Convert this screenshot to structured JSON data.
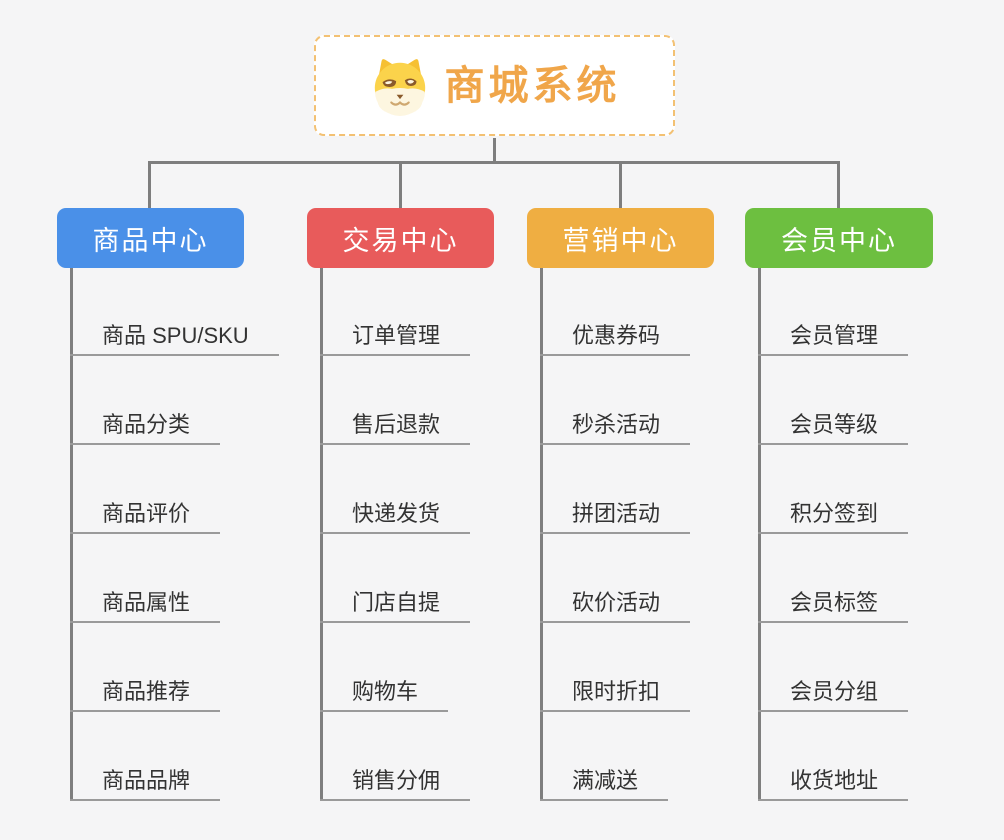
{
  "root": {
    "title": "商城系统",
    "icon": "shiba-dog-icon",
    "title_color": "#f0a64a",
    "border_color": "#f3c173"
  },
  "colors": {
    "background": "#f5f5f6",
    "connector_line": "#7e7e7e",
    "leaf_underline": "#9a9a9a",
    "leaf_text": "#333333"
  },
  "branches": [
    {
      "label": "商品中心",
      "color": "#4a90e8",
      "items": [
        "商品 SPU/SKU",
        "商品分类",
        "商品评价",
        "商品属性",
        "商品推荐",
        "商品品牌"
      ]
    },
    {
      "label": "交易中心",
      "color": "#e85b5b",
      "items": [
        "订单管理",
        "售后退款",
        "快递发货",
        "门店自提",
        "购物车",
        "销售分佣"
      ]
    },
    {
      "label": "营销中心",
      "color": "#efae42",
      "items": [
        "优惠券码",
        "秒杀活动",
        "拼团活动",
        "砍价活动",
        "限时折扣",
        "满减送"
      ]
    },
    {
      "label": "会员中心",
      "color": "#6dbf40",
      "items": [
        "会员管理",
        "会员等级",
        "积分签到",
        "会员标签",
        "会员分组",
        "收货地址"
      ]
    }
  ]
}
